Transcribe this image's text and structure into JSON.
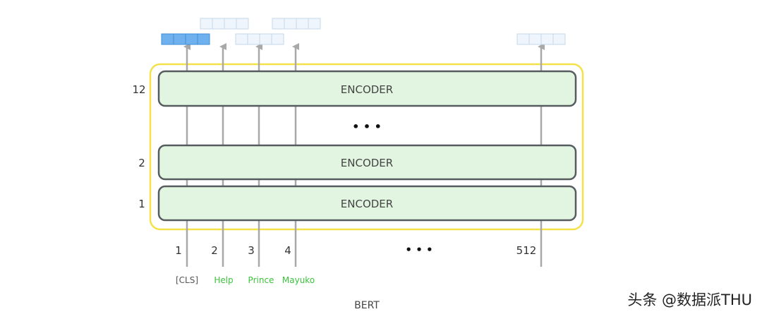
{
  "layers": [
    {
      "number": "12",
      "label": "ENCODER"
    },
    {
      "number": "2",
      "label": "ENCODER"
    },
    {
      "number": "1",
      "label": "ENCODER"
    }
  ],
  "middle_ellipsis": "• • •",
  "positions": {
    "items": [
      "1",
      "2",
      "3",
      "4",
      "512"
    ],
    "ellipsis": "• • •"
  },
  "tokens": [
    "[CLS]",
    "Help",
    "Prince",
    "Mayuko"
  ],
  "model_label": "BERT",
  "watermark": "头条 @数据派THU",
  "colors": {
    "stack_outline": "#f5e14a",
    "encoder_fill": "#e2f5e1",
    "encoder_border": "#555b5f",
    "arrow": "#a8a8a8",
    "cls_output_fill": "#6fb1ef",
    "cls_output_border": "#3f8fd9",
    "output_fill": "#eef5fc",
    "output_border": "#c7d9ea",
    "token_cls": "#555555",
    "token_word": "#3cc33c"
  }
}
